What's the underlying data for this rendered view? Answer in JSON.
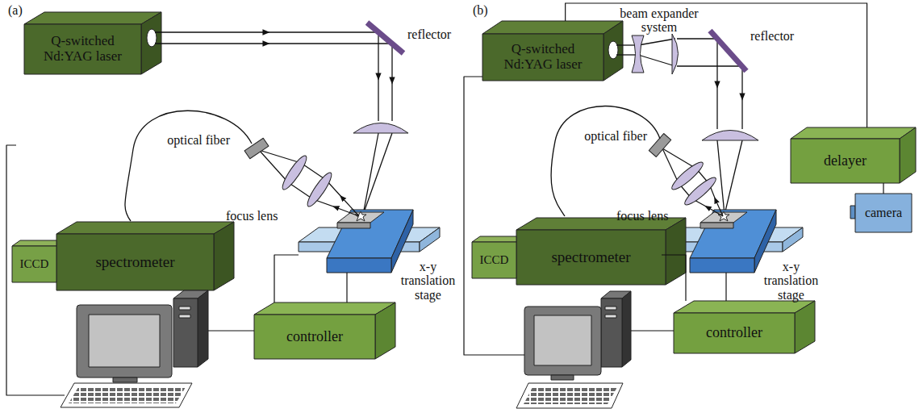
{
  "diagram": {
    "nodes": [
      {
        "text": [
          "Q-switched Nd:YAG laser"
        ]
      },
      {
        "text": [
          "ICCD"
        ]
      },
      {
        "text": [
          "spectrometer"
        ]
      },
      {
        "text": [
          "controller"
        ]
      },
      {
        "text": [
          "Q-switched Nd:YAG laser"
        ]
      },
      {
        "text": [
          "delayer"
        ]
      },
      {
        "text": [
          "camera"
        ]
      },
      {
        "text": [
          "ICCD"
        ]
      },
      {
        "text": [
          "spectrometer"
        ]
      },
      {
        "text": [
          "controller"
        ]
      }
    ],
    "edges": [
      {
        "from": 4,
        "to": 5,
        "arrow": "none"
      },
      {
        "from": 5,
        "to": 6,
        "arrow": "none"
      }
    ],
    "labels": [
      "(a)",
      "reflector",
      "optical fiber",
      "focus lens",
      "x-y translation stage",
      "(b)",
      "beam expander system",
      "reflector",
      "optical fiber",
      "focus lens",
      "x-y translation stage"
    ]
  }
}
